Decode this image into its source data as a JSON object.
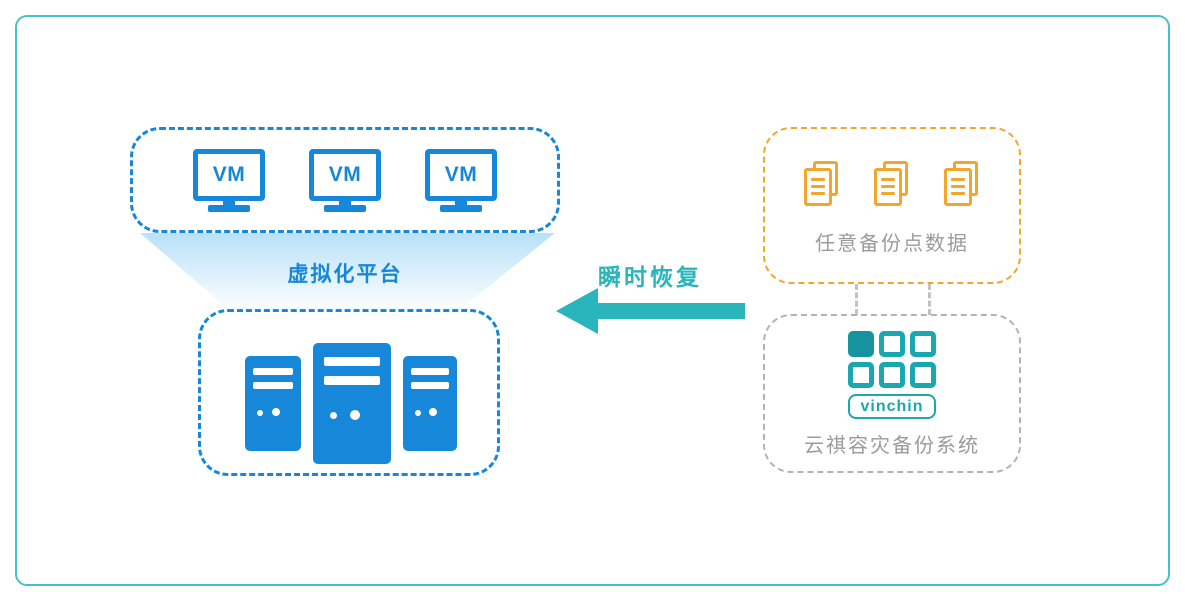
{
  "left_section": {
    "vm_label": "VM",
    "platform_label": "虚拟化平台"
  },
  "arrow": {
    "label": "瞬时恢复"
  },
  "right_section": {
    "backup_box_label": "任意备份点数据",
    "logo_text": "vinchin",
    "system_box_label": "云祺容灾备份系统"
  },
  "icons": {
    "vm_monitor": "monitor-icon",
    "server_tower": "server-tower-icon",
    "backup_document": "document-icon",
    "vinchin_logo": "vinchin-logo-grid-icon",
    "recovery_arrow": "left-arrow-icon"
  },
  "colors": {
    "frame_teal": "#45c1ca",
    "primary_blue": "#1687d9",
    "arrow_teal": "#2ab5bd",
    "doc_orange": "#f3a62b",
    "label_gray": "#9b9b9b",
    "logo_teal": "#1ba7b0"
  }
}
